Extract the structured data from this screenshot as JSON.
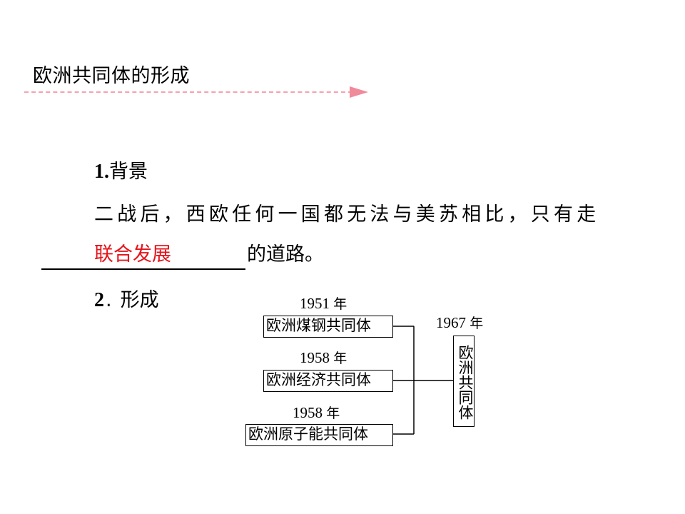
{
  "slide": {
    "title": "欧洲共同体的形成",
    "section1": {
      "number": "1.",
      "heading": "背景",
      "text_line1": "二战后，西欧任何一国都无法与美苏相比，只有走",
      "answer": "联合发展",
      "text_line2": "的道路。"
    },
    "section2": {
      "number": "2",
      "sep": ".",
      "heading": "形成"
    },
    "diagram": {
      "items": [
        {
          "year": "1951",
          "unit": "年",
          "name": "欧洲煤钢共同体"
        },
        {
          "year": "1958",
          "unit": "年",
          "name": "欧洲经济共同体"
        },
        {
          "year": "1958",
          "unit": "年",
          "name": "欧洲原子能共同体"
        }
      ],
      "result": {
        "year": "1967",
        "unit": "年",
        "name": "欧洲共同体"
      }
    }
  },
  "colors": {
    "accent_red": "#e5141b",
    "dash_pink": "#f4a2b0"
  }
}
